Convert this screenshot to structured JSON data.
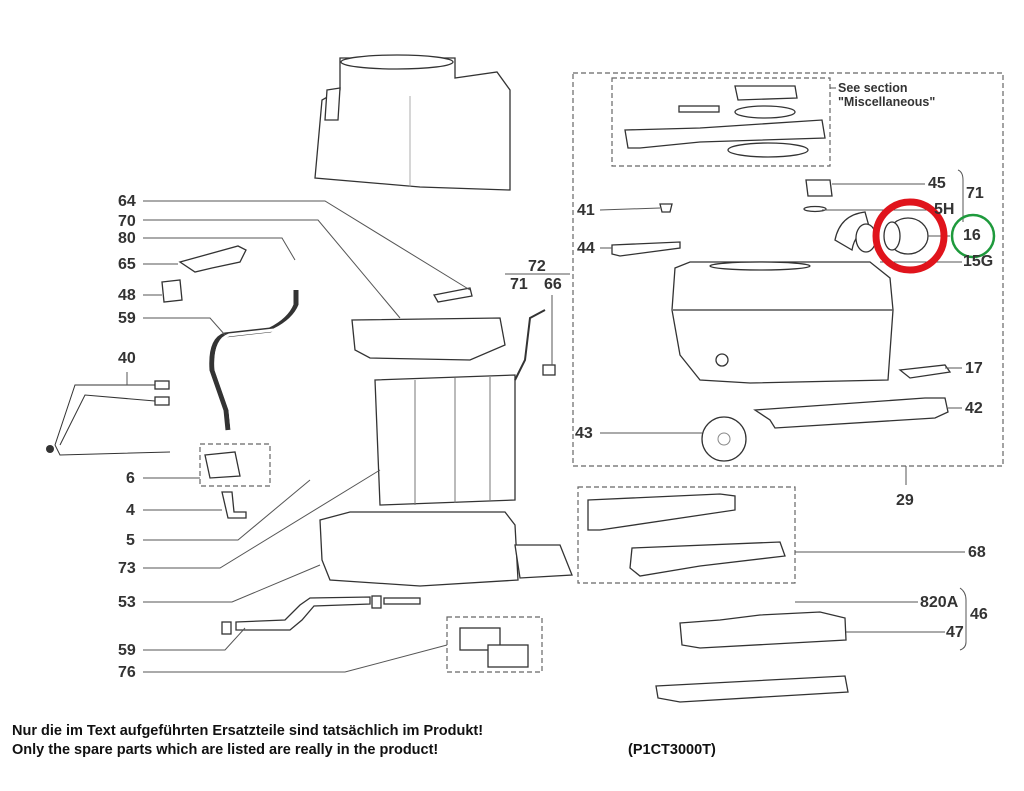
{
  "diagram": {
    "title": "Exploded parts diagram",
    "model_code": "(P1CT3000T)",
    "notice_de": "Nur die im Text aufgeführten Ersatzteile sind tatsächlich im Produkt!",
    "notice_en": "Only the spare parts which are listed are really in the product!",
    "see_section_line1": "See section",
    "see_section_line2": "\"Miscellaneous\"",
    "highlight_colors": {
      "red_circle": "#e0141c",
      "green_circle": "#1e9a3c"
    },
    "labels_left": [
      "64",
      "70",
      "80",
      "65",
      "48",
      "59",
      "40",
      "6",
      "4",
      "5",
      "73",
      "53",
      "59",
      "76"
    ],
    "labels_center": {
      "group": "72",
      "sub_a": "71",
      "sub_b": "66"
    },
    "labels_right": {
      "p41": "41",
      "p44": "44",
      "p45": "45",
      "p71": "71",
      "p15h": "5H",
      "p16": "16",
      "p15g": "15G",
      "p17": "17",
      "p42": "42",
      "p43": "43",
      "p29": "29",
      "p68": "68",
      "p820a": "820A",
      "p46": "46",
      "p47": "47"
    }
  }
}
